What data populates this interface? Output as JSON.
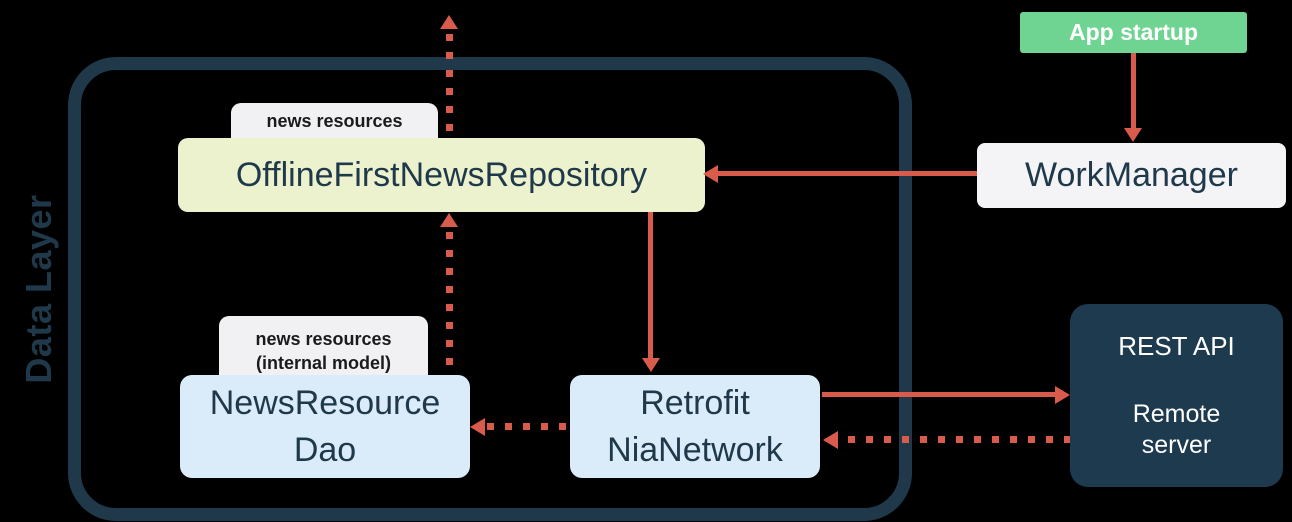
{
  "colors": {
    "background": "#000000",
    "navy": "#1F394B",
    "arrow_red": "#D95B4C",
    "repository_fill": "#ECF2CE",
    "blue_fill": "#DAEBFA",
    "workmanager_fill": "#F4F4F6",
    "tag_fill": "#F1F1F3",
    "green_fill": "#6FD392",
    "rest_api_fill": "#1E3A4E",
    "box_text": "#1F394B",
    "tag_text": "#1B1B1F",
    "white_text": "#FFFFFF"
  },
  "container": {
    "label": "Data Layer"
  },
  "nodes": {
    "repository": {
      "label": "OfflineFirstNewsRepository"
    },
    "repository_tag": {
      "line1": "news resources"
    },
    "dao": {
      "line1": "NewsResource",
      "line2": "Dao"
    },
    "dao_tag": {
      "line1": "news resources",
      "line2": "(internal model)"
    },
    "network": {
      "line1": "Retrofit",
      "line2": "NiaNetwork"
    },
    "workmanager": {
      "label": "WorkManager"
    },
    "app_startup": {
      "label": "App startup"
    },
    "rest_api": {
      "title": "REST API",
      "line1": "Remote",
      "line2": "server"
    }
  },
  "edges": [
    {
      "from": "OfflineFirstNewsRepository",
      "to": "outside-data-layer-top",
      "style": "dotted",
      "direction": "up"
    },
    {
      "from": "NewsResourceDao",
      "to": "OfflineFirstNewsRepository",
      "style": "dotted",
      "direction": "up"
    },
    {
      "from": "OfflineFirstNewsRepository",
      "to": "RetrofitNiaNetwork",
      "style": "solid",
      "direction": "down"
    },
    {
      "from": "RetrofitNiaNetwork",
      "to": "NewsResourceDao",
      "style": "dotted",
      "direction": "left"
    },
    {
      "from": "WorkManager",
      "to": "OfflineFirstNewsRepository",
      "style": "solid",
      "direction": "left"
    },
    {
      "from": "AppStartup",
      "to": "WorkManager",
      "style": "solid",
      "direction": "down"
    },
    {
      "from": "RetrofitNiaNetwork",
      "to": "RestApiRemoteServer",
      "style": "solid",
      "direction": "right"
    },
    {
      "from": "RestApiRemoteServer",
      "to": "RetrofitNiaNetwork",
      "style": "dotted",
      "direction": "left"
    }
  ]
}
